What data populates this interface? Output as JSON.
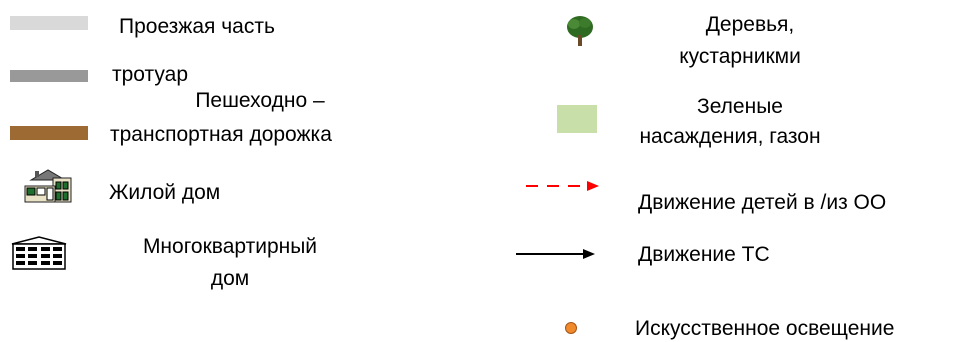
{
  "legend": {
    "left": [
      {
        "id": "roadway",
        "label": "Проезжая часть",
        "color": "#d9d9d9"
      },
      {
        "id": "sidewalk",
        "label": "тротуар",
        "color": "#999999"
      },
      {
        "id": "pedestrian_path",
        "label_line1": "Пешеходно –",
        "label_line2": "транспортная дорожка",
        "color": "#9c6a32"
      },
      {
        "id": "house",
        "label": "Жилой дом",
        "icon": "house-icon"
      },
      {
        "id": "apartment",
        "label_line1": "Многоквартирный",
        "label_line2": "дом",
        "icon": "apartment-building-icon"
      }
    ],
    "right": [
      {
        "id": "trees",
        "label_line1": "Деревья,",
        "label_line2": "кустарникми",
        "icon": "tree-icon"
      },
      {
        "id": "greenery",
        "label_line1": "Зеленые",
        "label_line2": "насаждения, газон",
        "color": "#c9dfa9"
      },
      {
        "id": "children_route",
        "label": "Движение детей в /из ОО",
        "color": "#ff0000"
      },
      {
        "id": "vehicle_route",
        "label": "Движение ТС",
        "color": "#000000"
      },
      {
        "id": "lighting",
        "label": "Искусственное освещение",
        "color": "#f08a2a"
      }
    ]
  }
}
